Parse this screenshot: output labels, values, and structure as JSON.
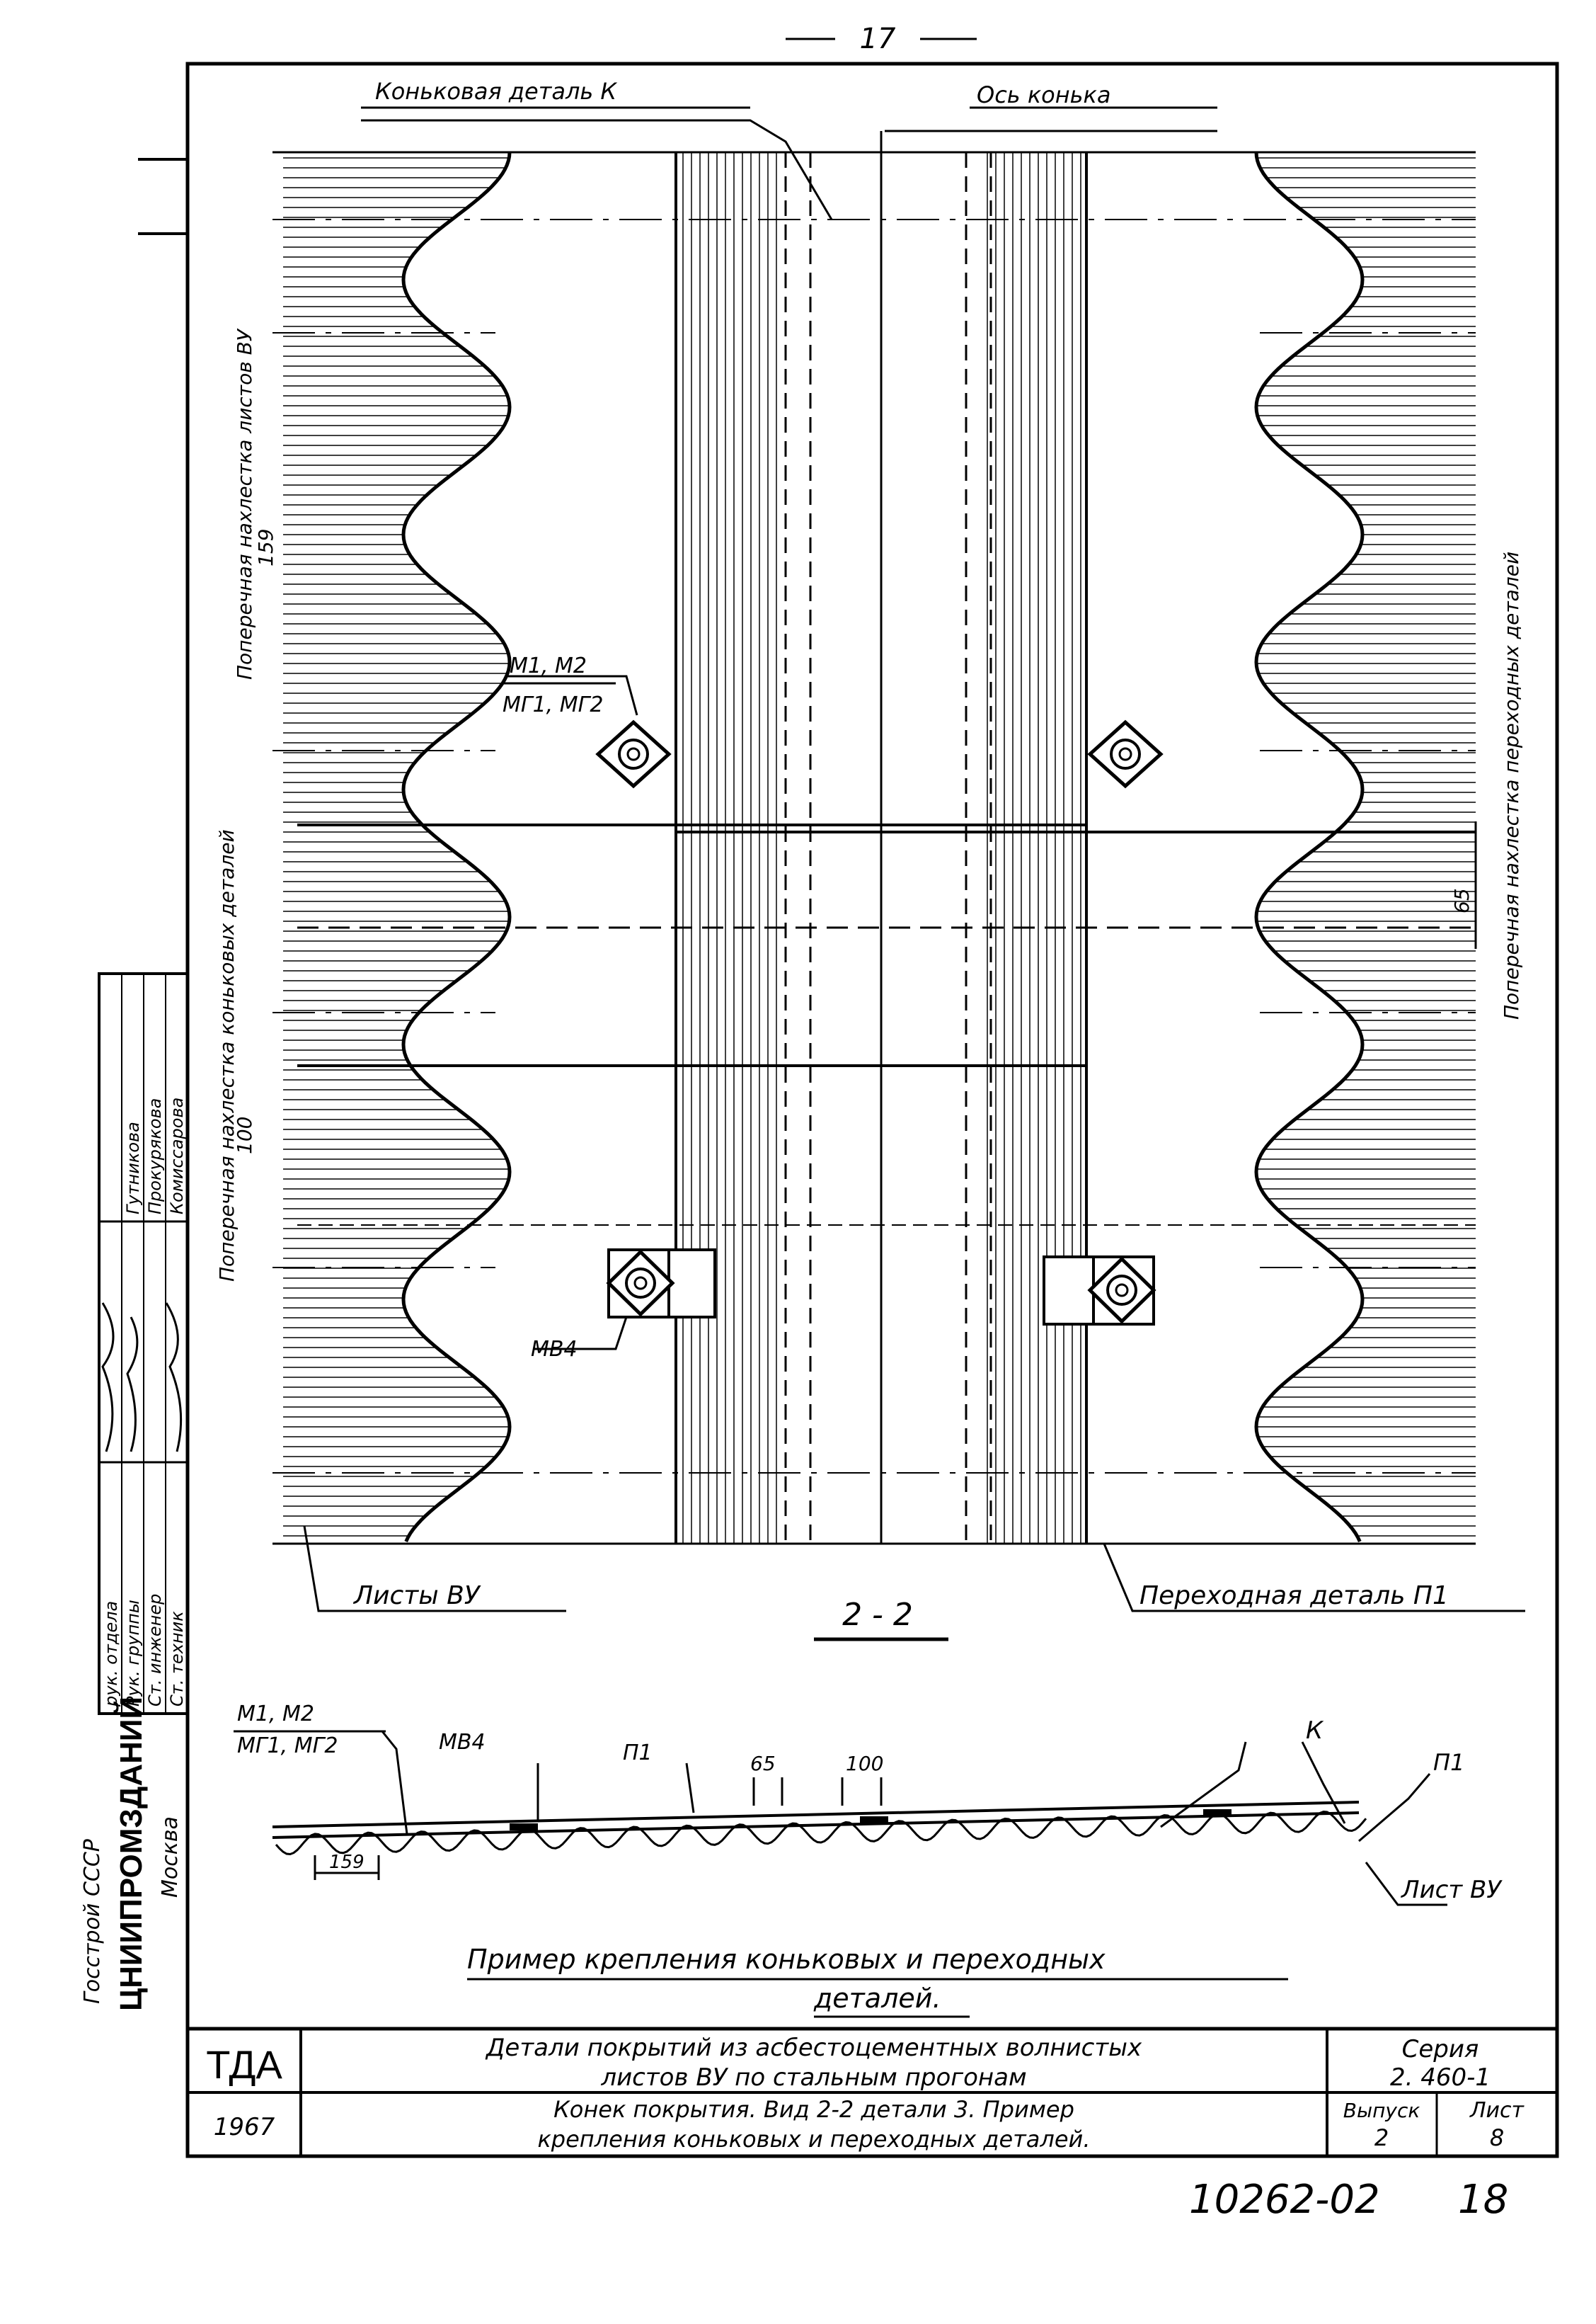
{
  "page_number": "17",
  "archive_number": "10262-02",
  "archive_sheet": "18",
  "labels": {
    "ridge_detail": "Коньковая деталь К",
    "ridge_axis": "Ось конька",
    "overlap_sheets_dim": "159",
    "overlap_sheets": "Поперечная нахлестка листов ВУ",
    "fastener_top_1": "М1, М2",
    "fastener_top_2": "МГ1, МГ2",
    "overlap_details_dim": "65",
    "overlap_details": "Поперечная нахлестка переходных деталей",
    "overlap_ridge_dim": "100",
    "overlap_ridge": "Поперечная нахлестка коньковых деталей",
    "fastener_mb4": "МВ4",
    "sheets_vu": "Листы ВУ",
    "transition_detail": "Переходная деталь П1",
    "view_label": "2 - 2"
  },
  "example": {
    "m_label_1": "М1, М2",
    "m_label_2": "МГ1, МГ2",
    "mb4": "МВ4",
    "p1": "П1",
    "dim_65": "65",
    "dim_100": "100",
    "k": "К",
    "p1_right": "П1",
    "dim_159": "159",
    "sheet_vu": "Лист ВУ",
    "caption_line1": "Пример крепления коньковых и переходных",
    "caption_line2": "деталей."
  },
  "side_stamp": {
    "row1_role": "рук. отдела",
    "row1_name": "Гутникова",
    "row2_role": "Рук. группы",
    "row2_name": "Прокурякова",
    "row3_role": "Ст. инженер",
    "row3_name": "",
    "row4_role": "Ст. техник",
    "row4_name": "Комиссарова",
    "org_top": "Госстрой СССР",
    "org_main": "ЦНИИПРОМЗДАНИЙ",
    "org_city": "Москва"
  },
  "title_block": {
    "org": "ТДА",
    "year": "1967",
    "title_1": "Детали покрытий из асбестоцементных волнистых",
    "title_2": "листов ВУ по стальным прогонам",
    "subtitle_1": "Конек покрытия. Вид 2-2 детали 3. Пример",
    "subtitle_2": "крепления коньковых и переходных деталей.",
    "series_label": "Серия",
    "series_value": "2. 460-1",
    "issue_label": "Выпуск",
    "issue_value": "2",
    "sheet_label": "Лист",
    "sheet_value": "8"
  }
}
